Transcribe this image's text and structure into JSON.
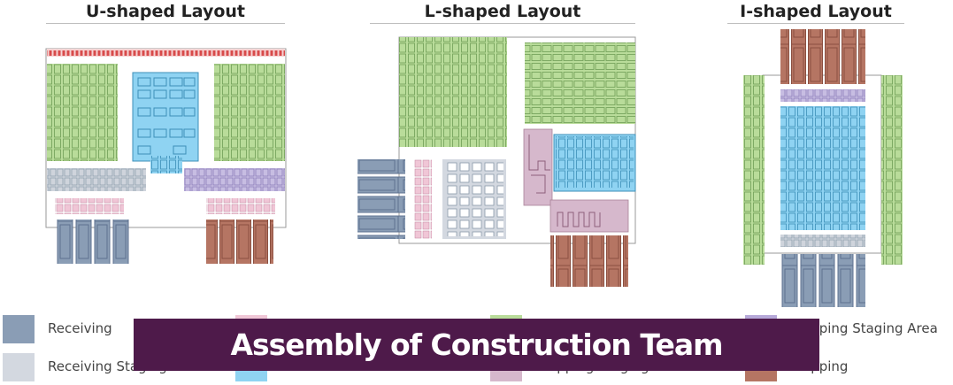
{
  "titles": {
    "u_shaped": "U-shaped Layout",
    "l_shaped": "L-shaped Layout",
    "i_shaped": "I-shaped Layout"
  },
  "legend": {
    "receiving": "Receiving",
    "receiving_staging": "Receiving Staging Area",
    "shipping_staging_area": "Shipping Staging Area",
    "shipping_staging_lanes": "Shipping Staging Lanes",
    "shipping": "Shipping"
  },
  "banner": "Assembly of Construction Team",
  "colors": {
    "receiving": "#8a9db5",
    "receiving_staging": "#d3d8e0",
    "picking": "#b9dc9a",
    "forward_pick": "#8fd3f2",
    "pink_zone": "#f0c6d6",
    "shipping_staging_area": "#b6a8d8",
    "shipping_staging_lanes": "#d6b8cc",
    "shipping": "#b57563",
    "banner": "#4e1a4a"
  }
}
